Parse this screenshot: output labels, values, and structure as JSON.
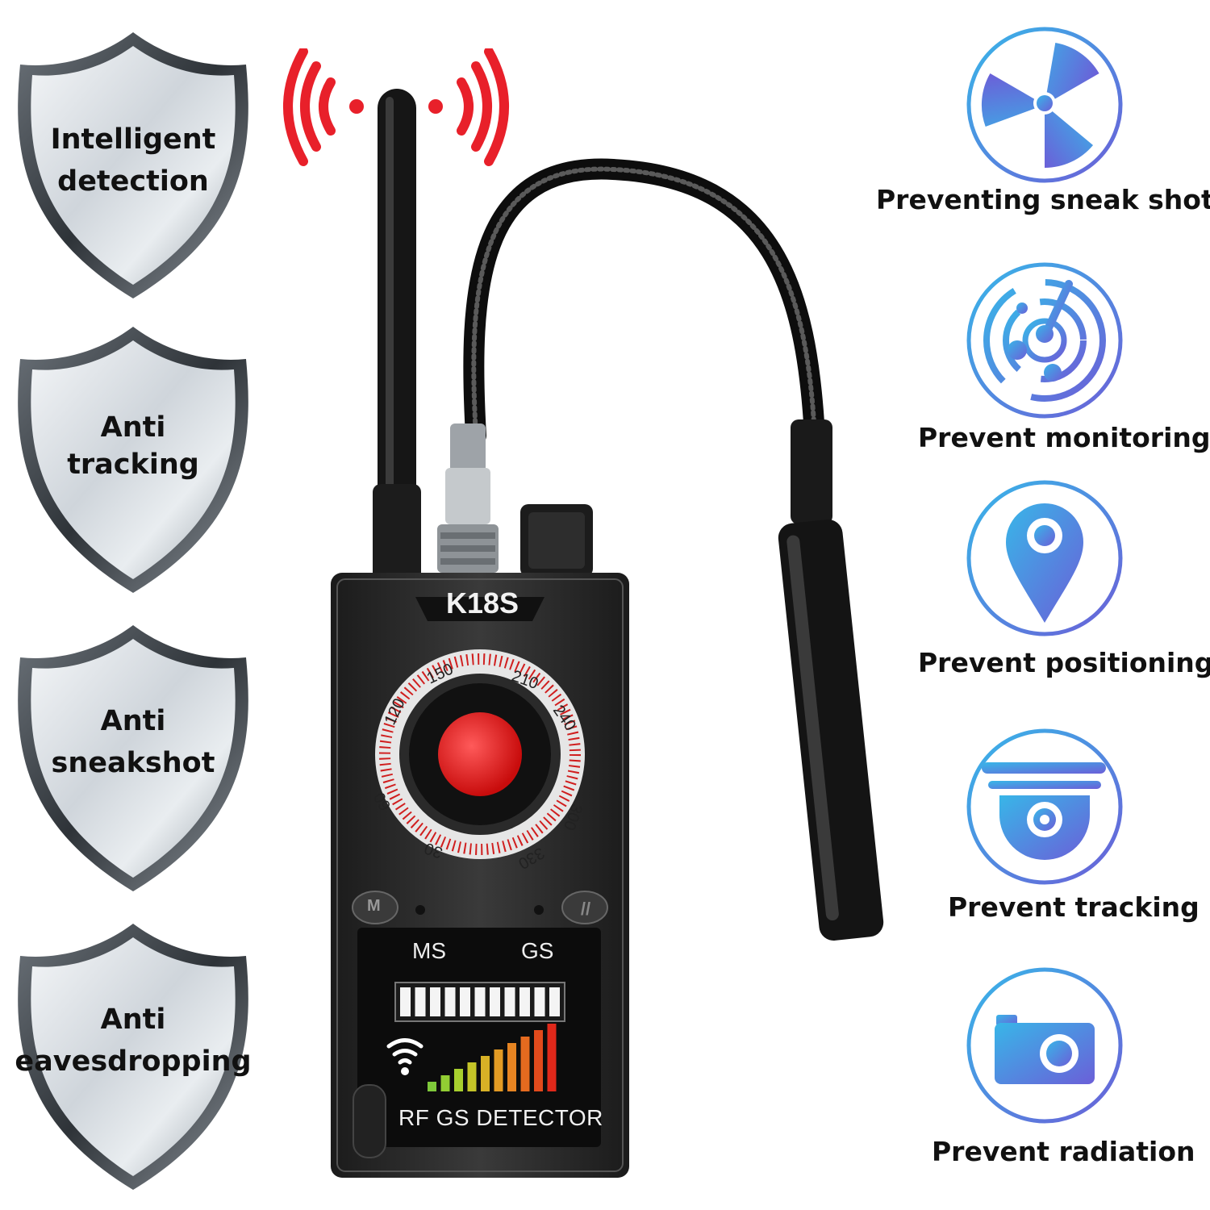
{
  "shields": [
    {
      "line1": "Intelligent",
      "line2": "detection"
    },
    {
      "line1": "Anti",
      "line2": "tracking"
    },
    {
      "line1": "Anti",
      "line2": "sneakshot"
    },
    {
      "line1": "Anti",
      "line2": "eavesdropping"
    }
  ],
  "features": [
    {
      "label": "Preventing sneak shots",
      "icon": "radiation-icon"
    },
    {
      "label": "Prevent monitoring",
      "icon": "radar-icon"
    },
    {
      "label": "Prevent positioning",
      "icon": "location-pin-icon"
    },
    {
      "label": "Prevent tracking",
      "icon": "dome-camera-icon"
    },
    {
      "label": "Prevent radiation",
      "icon": "camera-icon"
    }
  ],
  "device": {
    "model": "K18S",
    "dial_labels": [
      "150",
      "210",
      "240",
      "300",
      "330",
      "30",
      "60",
      "120"
    ],
    "button_left": "M",
    "screen_left": "MS",
    "screen_right": "GS",
    "screen_caption": "RF GS DETECTOR"
  },
  "colors": {
    "icon_gradient_start": "#38b6e8",
    "icon_gradient_end": "#6b5fd8",
    "signal_red": "#e8202a",
    "lens_red": "#e81b1b",
    "device_body": "#2a2a2a"
  }
}
